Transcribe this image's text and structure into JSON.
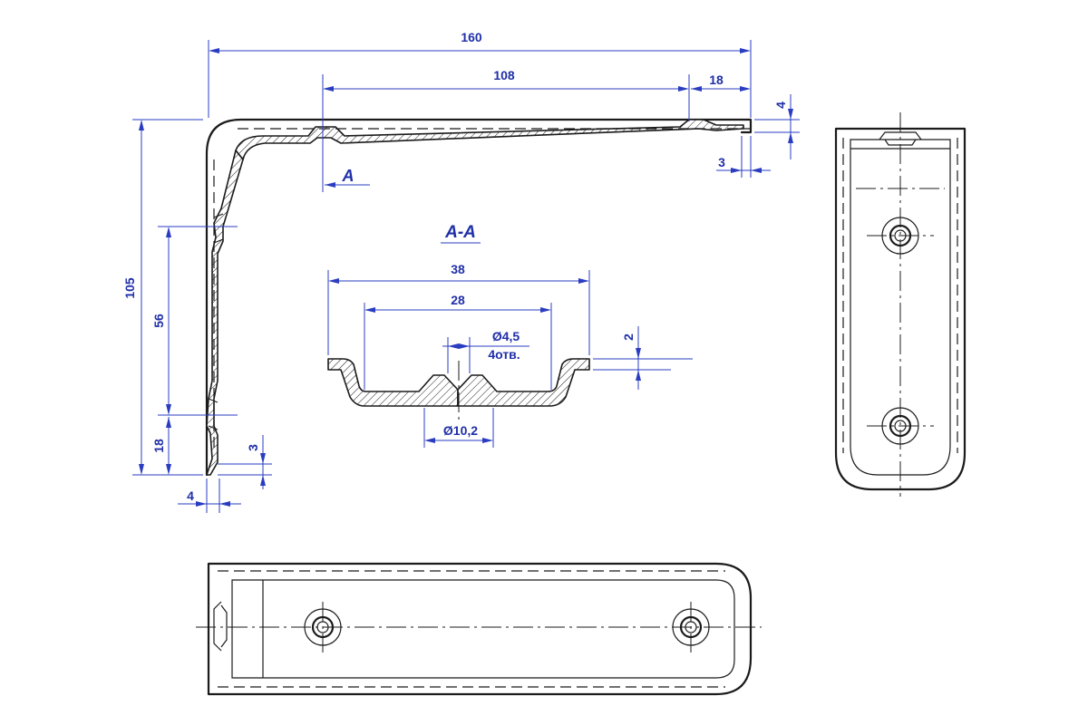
{
  "section_view": {
    "title": "A-A",
    "cut_label": "A"
  },
  "dimensions": {
    "overall_length": "160",
    "flat_length": "108",
    "end_length": "18",
    "top_thickness": "4",
    "tip_offset": "3",
    "overall_height": "105",
    "vertical_flat": "56",
    "bottom_end": "18",
    "bottom_offset": "3",
    "wall_thickness": "4",
    "section_width": "38",
    "section_inner_width": "28",
    "hole_diameter": "Ø4,5",
    "hole_count": "4отв.",
    "flange_thickness": "2",
    "counterbore_diameter": "Ø10,2"
  }
}
